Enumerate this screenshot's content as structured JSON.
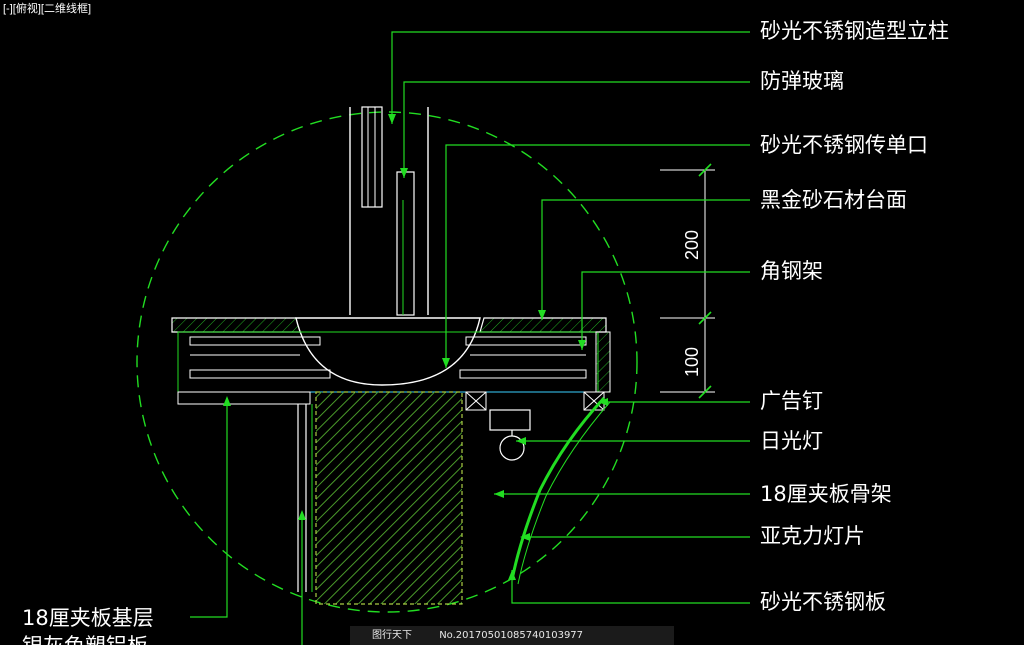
{
  "viewport": {
    "label": "[-][俯视][二维线框]"
  },
  "colors": {
    "background": "#000000",
    "leader": "#22dd22",
    "outline": "#ffffff",
    "wall": "#00ff44",
    "concrete": "#aacc44"
  },
  "callouts": [
    "砂光不锈钢造型立柱",
    "防弹玻璃",
    "砂光不锈钢传单口",
    "黑金砂石材台面",
    "角钢架",
    "广告钉",
    "日光灯",
    "18厘夹板骨架",
    "亚克力灯片",
    "砂光不锈钢板"
  ],
  "left_callout": {
    "line1": "18厘夹板基层",
    "line2": "银灰色塑铝板"
  },
  "dimensions": {
    "upper": "200",
    "lower": "100"
  },
  "watermark": {
    "site": "图行天下",
    "ref": "No.20170501085740103977"
  }
}
